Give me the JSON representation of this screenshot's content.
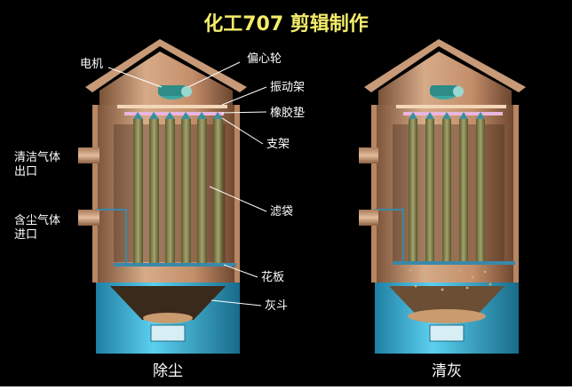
{
  "title": "化工707 剪辑制作",
  "left_unit": {
    "caption": "除尘",
    "labels": {
      "motor": "电机",
      "eccentric_wheel": "偏心轮",
      "vibration_frame": "振动架",
      "rubber_pad": "橡胶垫",
      "bracket": "支架",
      "clean_gas_outlet": "清洁气体\n出口",
      "dusty_gas_inlet": "含尘气体\n进口",
      "filter_bag": "滤袋",
      "tube_sheet": "花板",
      "ash_hopper": "灰斗"
    }
  },
  "right_unit": {
    "caption": "清灰"
  },
  "colors": {
    "background": "#000000",
    "title": "#f4ec6a",
    "housing": "#c89a78",
    "hopper": "#36b5d8",
    "filter_bag": "#8a8a55",
    "motor": "#3aa8a0"
  }
}
